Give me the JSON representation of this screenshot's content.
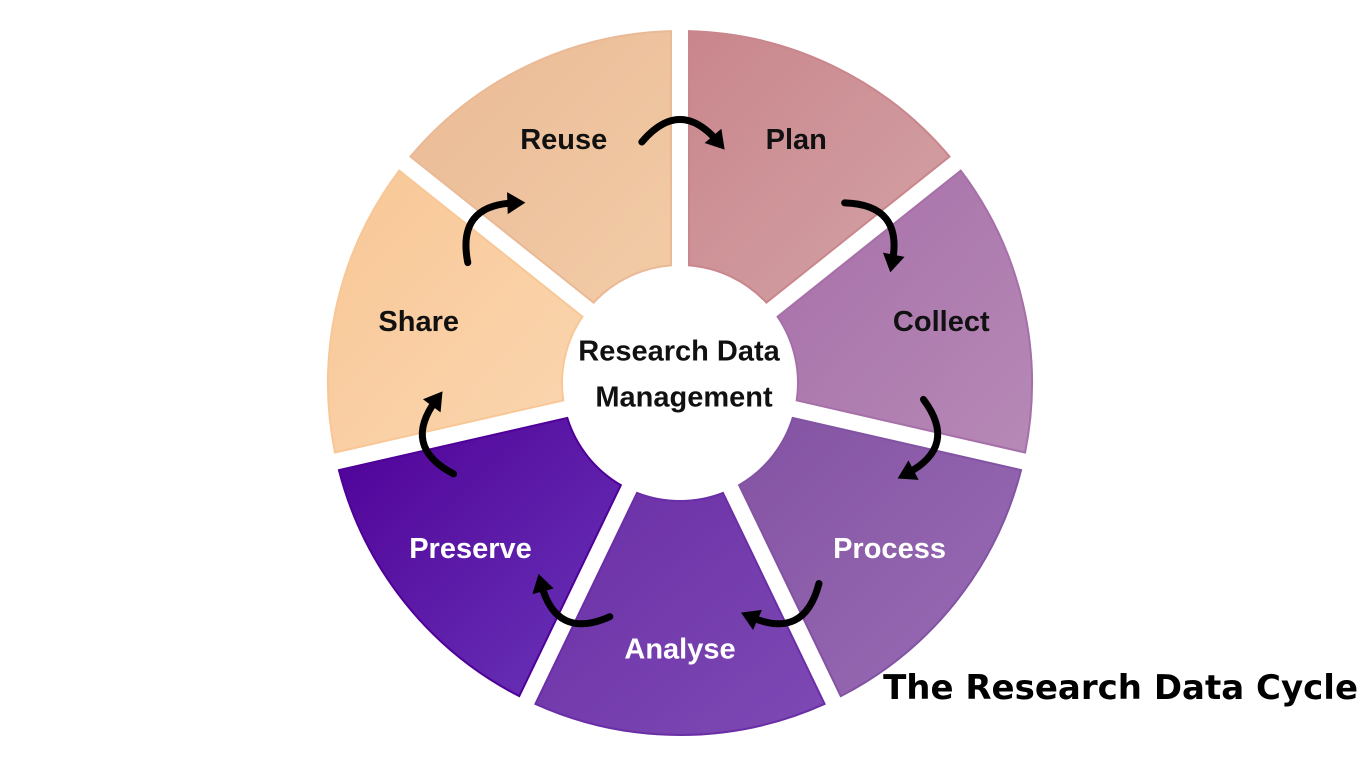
{
  "diagram": {
    "center_label_lines": [
      "Research Data",
      "Management"
    ],
    "caption": "The Research Data Cycle",
    "segments": [
      {
        "label": "Plan",
        "color_a": "#c9868c",
        "color_b": "#d3a3a6",
        "text_color": "#111111"
      },
      {
        "label": "Collect",
        "color_a": "#a66fa8",
        "color_b": "#b689b6",
        "text_color": "#111111"
      },
      {
        "label": "Process",
        "color_a": "#8353a3",
        "color_b": "#9a6cb4",
        "text_color": "#ffffff"
      },
      {
        "label": "Analyse",
        "color_a": "#6a2ea6",
        "color_b": "#7e4ab4",
        "text_color": "#ffffff"
      },
      {
        "label": "Preserve",
        "color_a": "#4f0098",
        "color_b": "#6a36b8",
        "text_color": "#ffffff"
      },
      {
        "label": "Share",
        "color_a": "#f8c796",
        "color_b": "#fbd6b0",
        "text_color": "#111111"
      },
      {
        "label": "Reuse",
        "color_a": "#eab996",
        "color_b": "#f2cca6",
        "text_color": "#111111"
      }
    ],
    "arrow_color": "#000000"
  }
}
